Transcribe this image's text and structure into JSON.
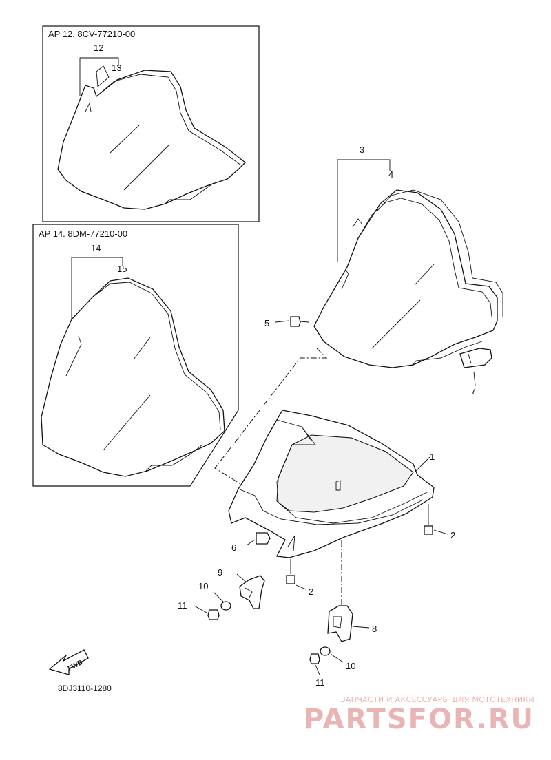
{
  "diagram": {
    "box_top_title": "AP 12. 8CV-77210-00",
    "box_mid_title": "AP 14. 8DM-77210-00",
    "drawing_code": "8DJ3110-1280",
    "fwd_label": "FWD",
    "callouts": {
      "n1": "1",
      "n2a": "2",
      "n2b": "2",
      "n3": "3",
      "n4": "4",
      "n5": "5",
      "n6": "6",
      "n7": "7",
      "n8": "8",
      "n9": "9",
      "n10a": "10",
      "n10b": "10",
      "n11a": "11",
      "n11b": "11",
      "n12": "12",
      "n13": "13",
      "n14": "14",
      "n15": "15"
    }
  },
  "watermark": {
    "subtitle": "ЗАПЧАСТИ И АКСЕССУАРЫ ДЛЯ МОТОТЕХНИКИ",
    "brand": "PARTSFOR.RU"
  }
}
